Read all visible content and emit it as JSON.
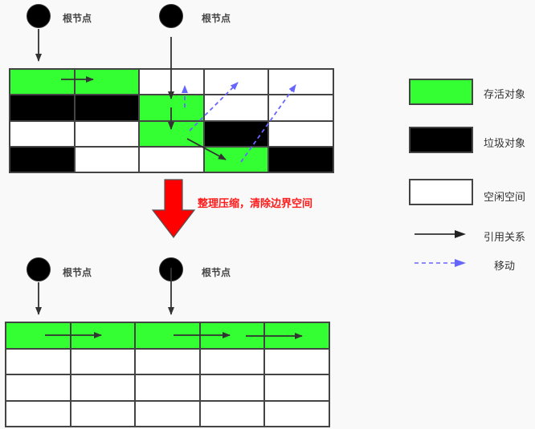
{
  "diagram": {
    "root_label": "根节点",
    "caption": "整理压缩，清除边界空间",
    "colors": {
      "live": "#33ff33",
      "garbage": "#000000",
      "free": "#ffffff",
      "border": "#444444",
      "reference_arrow": "#333333",
      "move_arrow": "#6666ff",
      "caption": "#ff1a1a",
      "big_arrow": "#ff0000"
    },
    "before_grid": {
      "rows": [
        [
          "live",
          "live",
          "free",
          "free",
          "free"
        ],
        [
          "garbage",
          "garbage",
          "live",
          "free",
          "free"
        ],
        [
          "free",
          "free",
          "live",
          "garbage",
          "free"
        ],
        [
          "garbage",
          "free",
          "free",
          "live",
          "garbage"
        ]
      ]
    },
    "after_grid": {
      "rows": [
        [
          "live",
          "live",
          "live",
          "live",
          "live"
        ],
        [
          "free",
          "free",
          "free",
          "free",
          "free"
        ],
        [
          "free",
          "free",
          "free",
          "free",
          "free"
        ],
        [
          "free",
          "free",
          "free",
          "free",
          "free"
        ]
      ]
    }
  },
  "legend": {
    "items": [
      {
        "type": "box",
        "kind": "live",
        "label": "存活对象"
      },
      {
        "type": "box",
        "kind": "garbage",
        "label": "垃圾对象"
      },
      {
        "type": "box",
        "kind": "free",
        "label": "空闲空间"
      },
      {
        "type": "arrow",
        "kind": "reference",
        "label": "引用关系"
      },
      {
        "type": "arrow",
        "kind": "move",
        "label": "移动"
      }
    ]
  }
}
